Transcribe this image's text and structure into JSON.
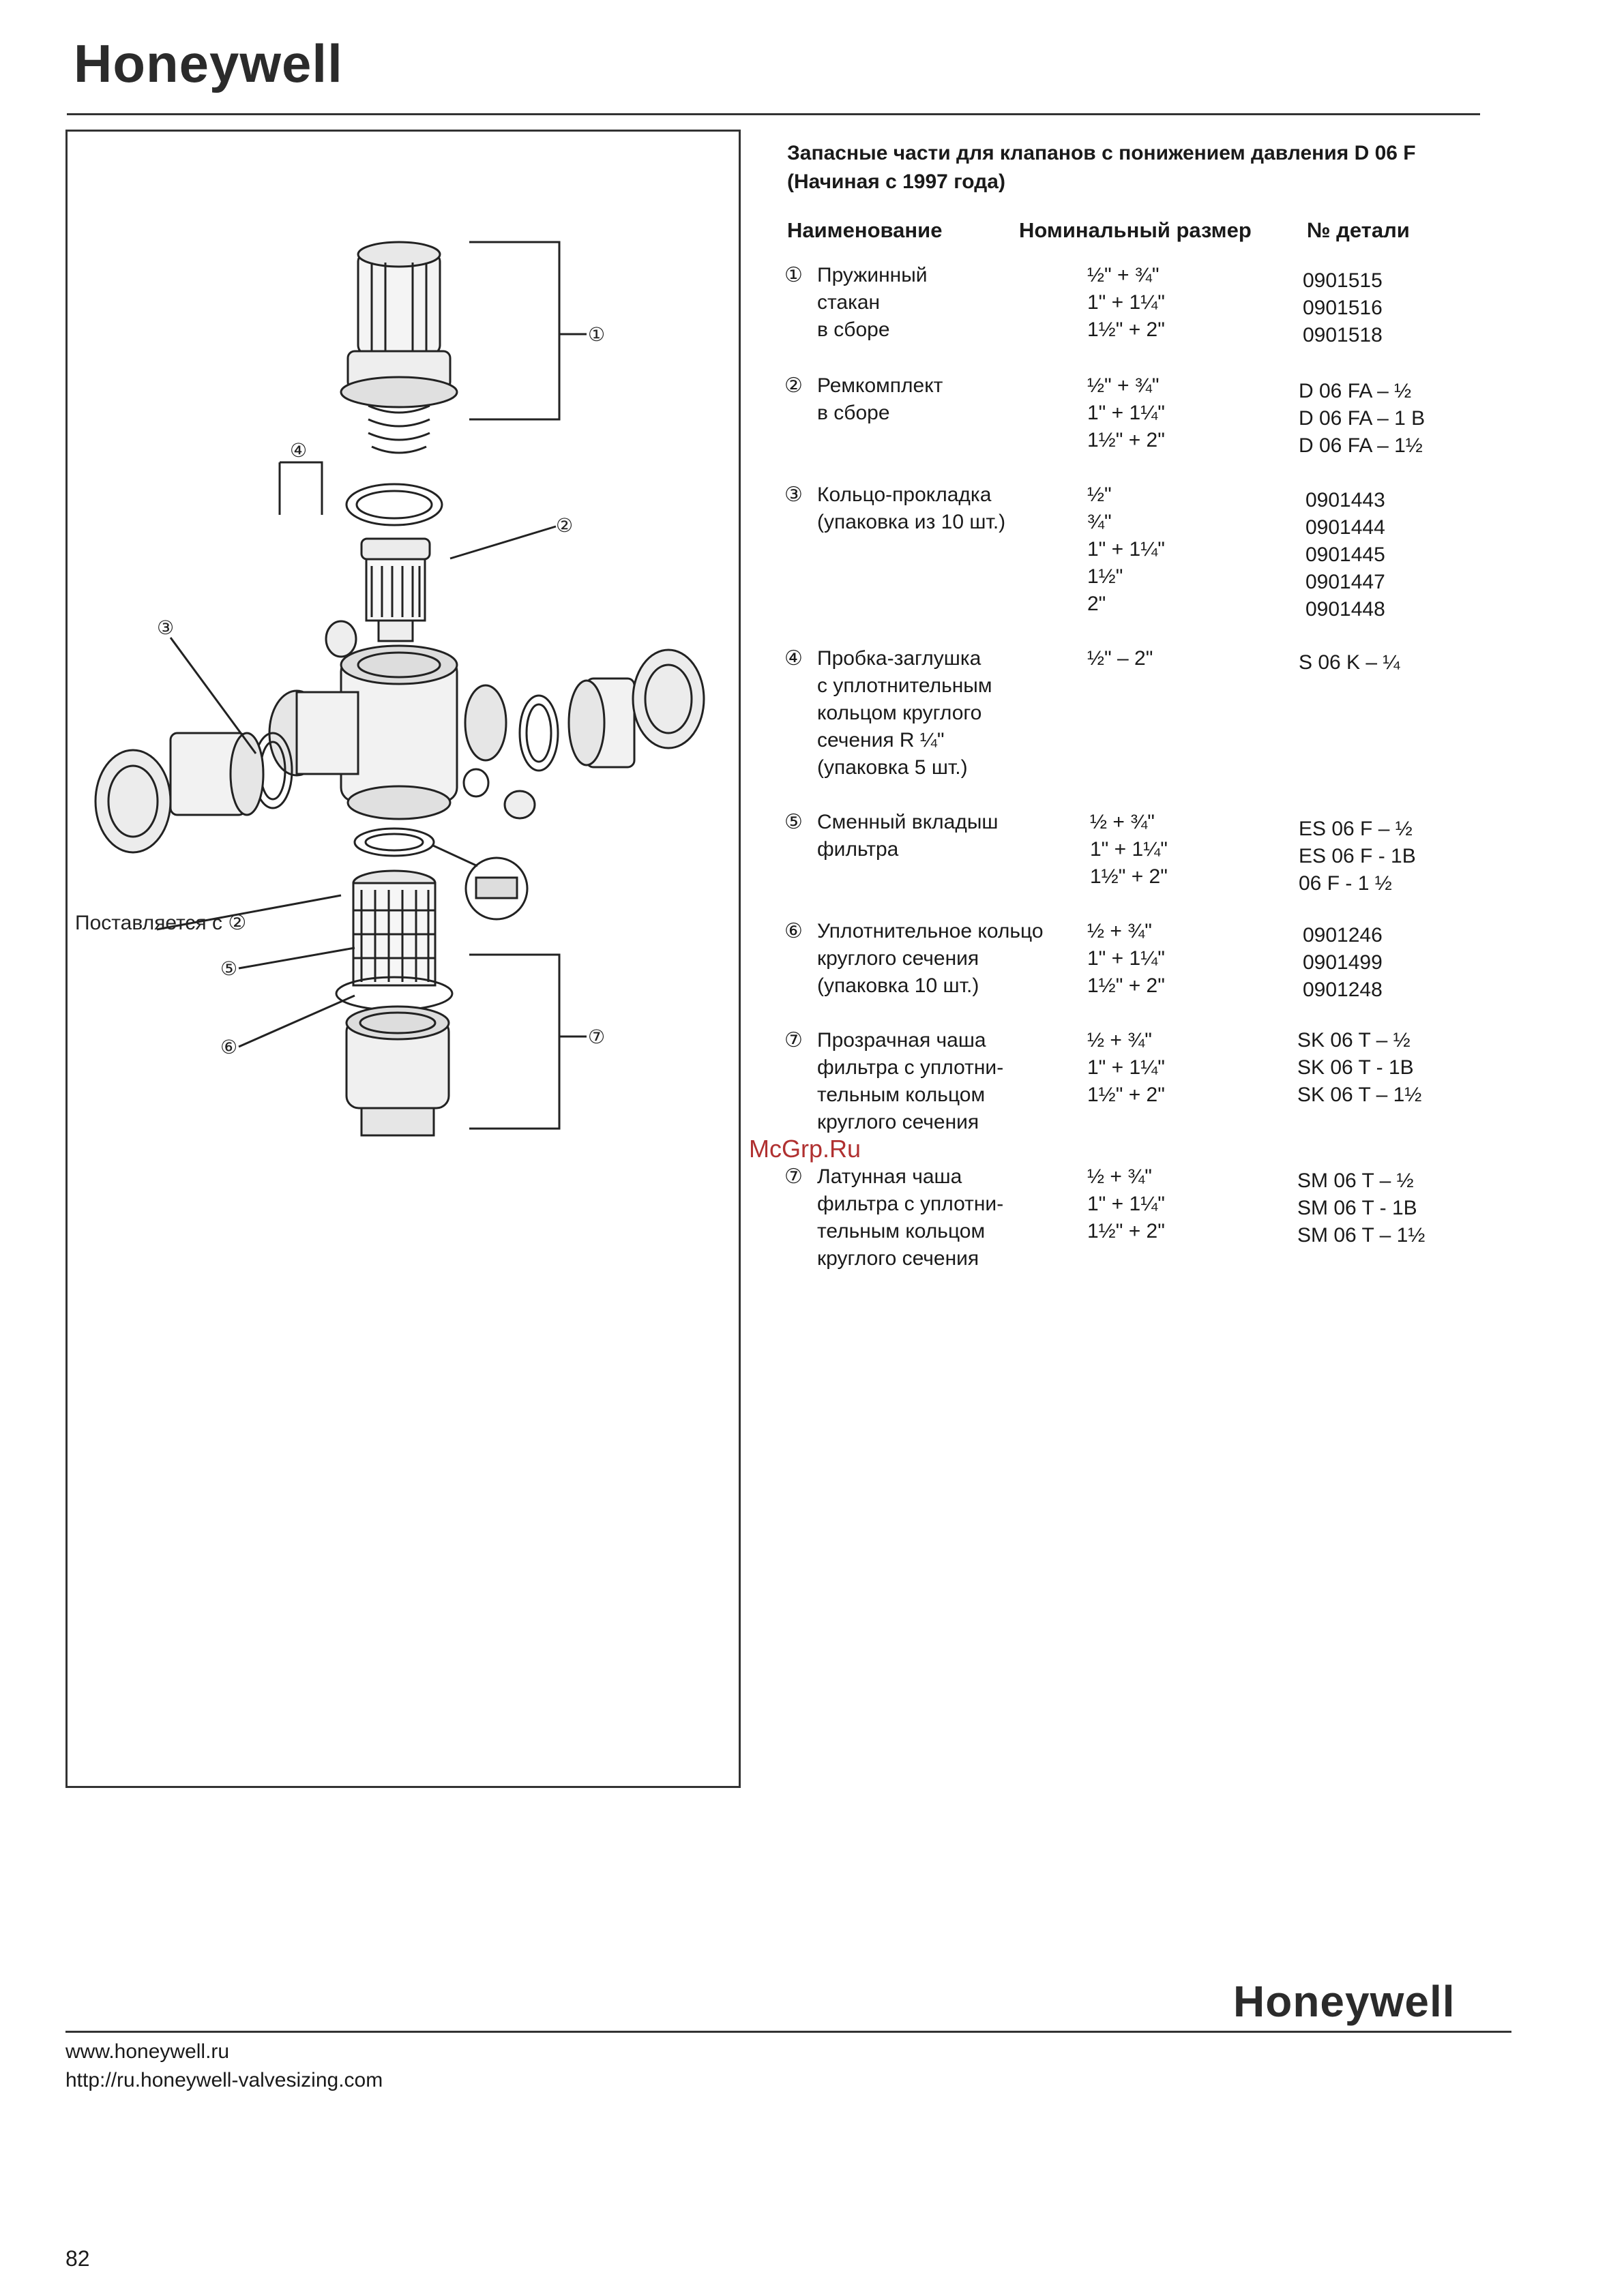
{
  "header": {
    "logo": "Honeywell"
  },
  "figure": {
    "callouts": [
      "①",
      "②",
      "③",
      "④",
      "⑤",
      "⑥",
      "⑦"
    ],
    "supplied_label": "Поставляется с ②"
  },
  "section": {
    "title_line1": "Запасные части для клапанов с понижением давления D 06 F",
    "title_line2": "(Начиная с 1997 года)",
    "columns": {
      "name": "Наименование",
      "size": "Номинальный размер",
      "part": "№ детали"
    }
  },
  "items": [
    {
      "num": "①",
      "name": [
        "Пружинный",
        "стакан",
        "в сборе"
      ],
      "sizes": [
        "½\" + ¾\"",
        "1\" + 1¼\"",
        "1½\" + 2\""
      ],
      "parts": [
        "0901515",
        "0901516",
        "0901518"
      ]
    },
    {
      "num": "②",
      "name": [
        "Ремкомплект",
        "в сборе"
      ],
      "sizes": [
        "½\" + ¾\"",
        "1\" + 1¼\"",
        "1½\" + 2\""
      ],
      "parts": [
        "D 06 FA – ½",
        "D 06 FA – 1 B",
        "D 06 FA – 1½"
      ]
    },
    {
      "num": "③",
      "name": [
        "Кольцо-прокладка",
        "(упаковка из 10 шт.)"
      ],
      "sizes": [
        "½\"",
        "¾\"",
        "1\" + 1¼\"",
        "1½\"",
        "2\""
      ],
      "parts": [
        "0901443",
        "0901444",
        "0901445",
        "0901447",
        "0901448"
      ]
    },
    {
      "num": "④",
      "name": [
        "Пробка-заглушка",
        "с уплотнительным",
        "кольцом круглого",
        "сечения R ¼\"",
        "(упаковка 5 шт.)"
      ],
      "sizes": [
        "½\" – 2\""
      ],
      "parts": [
        "S 06 K – ¼"
      ]
    },
    {
      "num": "⑤",
      "name": [
        "Сменный вкладыш",
        "фильтра"
      ],
      "sizes": [
        "½ + ¾\"",
        "1\" + 1¼\"",
        "1½\" + 2\""
      ],
      "parts": [
        "ES 06 F – ½",
        "ES 06 F - 1B",
        "06 F - 1 ½"
      ]
    },
    {
      "num": "⑥",
      "name": [
        "Уплотнительное кольцо",
        "круглого сечения",
        "(упаковка 10 шт.)"
      ],
      "sizes": [
        "½ + ¾\"",
        "1\" + 1¼\"",
        "1½\" + 2\""
      ],
      "parts": [
        "0901246",
        "0901499",
        "0901248"
      ]
    },
    {
      "num": "⑦",
      "name": [
        "Прозрачная чаша",
        "фильтра с уплотни-",
        "тельным кольцом",
        "круглого сечения"
      ],
      "sizes": [
        "½ + ¾\"",
        "1\" + 1¼\"",
        "1½\" + 2\""
      ],
      "parts": [
        "SK 06 T – ½",
        "SK 06 T - 1B",
        "SK 06 T – 1½"
      ]
    },
    {
      "num": "⑦",
      "name": [
        "Латунная чаша",
        "фильтра с уплотни-",
        "тельным кольцом",
        "круглого сечения"
      ],
      "sizes": [
        "½ + ¾\"",
        "1\" + 1¼\"",
        "1½\" + 2\""
      ],
      "parts": [
        "SM 06 T – ½",
        "SM 06 T - 1B",
        "SM 06 T – 1½"
      ]
    }
  ],
  "watermark": "McGrp.Ru",
  "footer": {
    "logo": "Honeywell",
    "url1": "www.honeywell.ru",
    "url2": "http://ru.honeywell-valvesizing.com",
    "page_number": "82"
  }
}
